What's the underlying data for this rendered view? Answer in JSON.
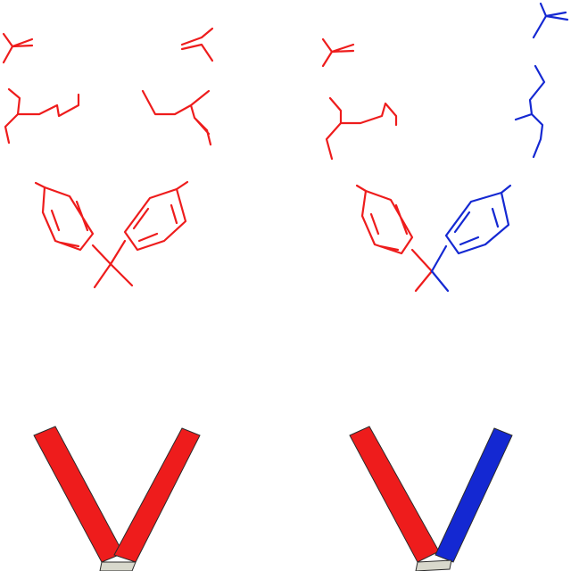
{
  "colors": {
    "red": "#ee1c1c",
    "blue": "#1428d2",
    "joint_fill": "#d8d8cc",
    "outline": "#2a2a2a",
    "background": "#ffffff"
  },
  "panels": [
    {
      "name": "left",
      "molecule": {
        "left_branch": "red",
        "right_branch": "red"
      },
      "model": {
        "left_arm": "red",
        "right_arm": "red"
      }
    },
    {
      "name": "right",
      "molecule": {
        "left_branch": "red",
        "right_branch": "blue"
      },
      "model": {
        "left_arm": "red",
        "right_arm": "blue"
      }
    }
  ]
}
